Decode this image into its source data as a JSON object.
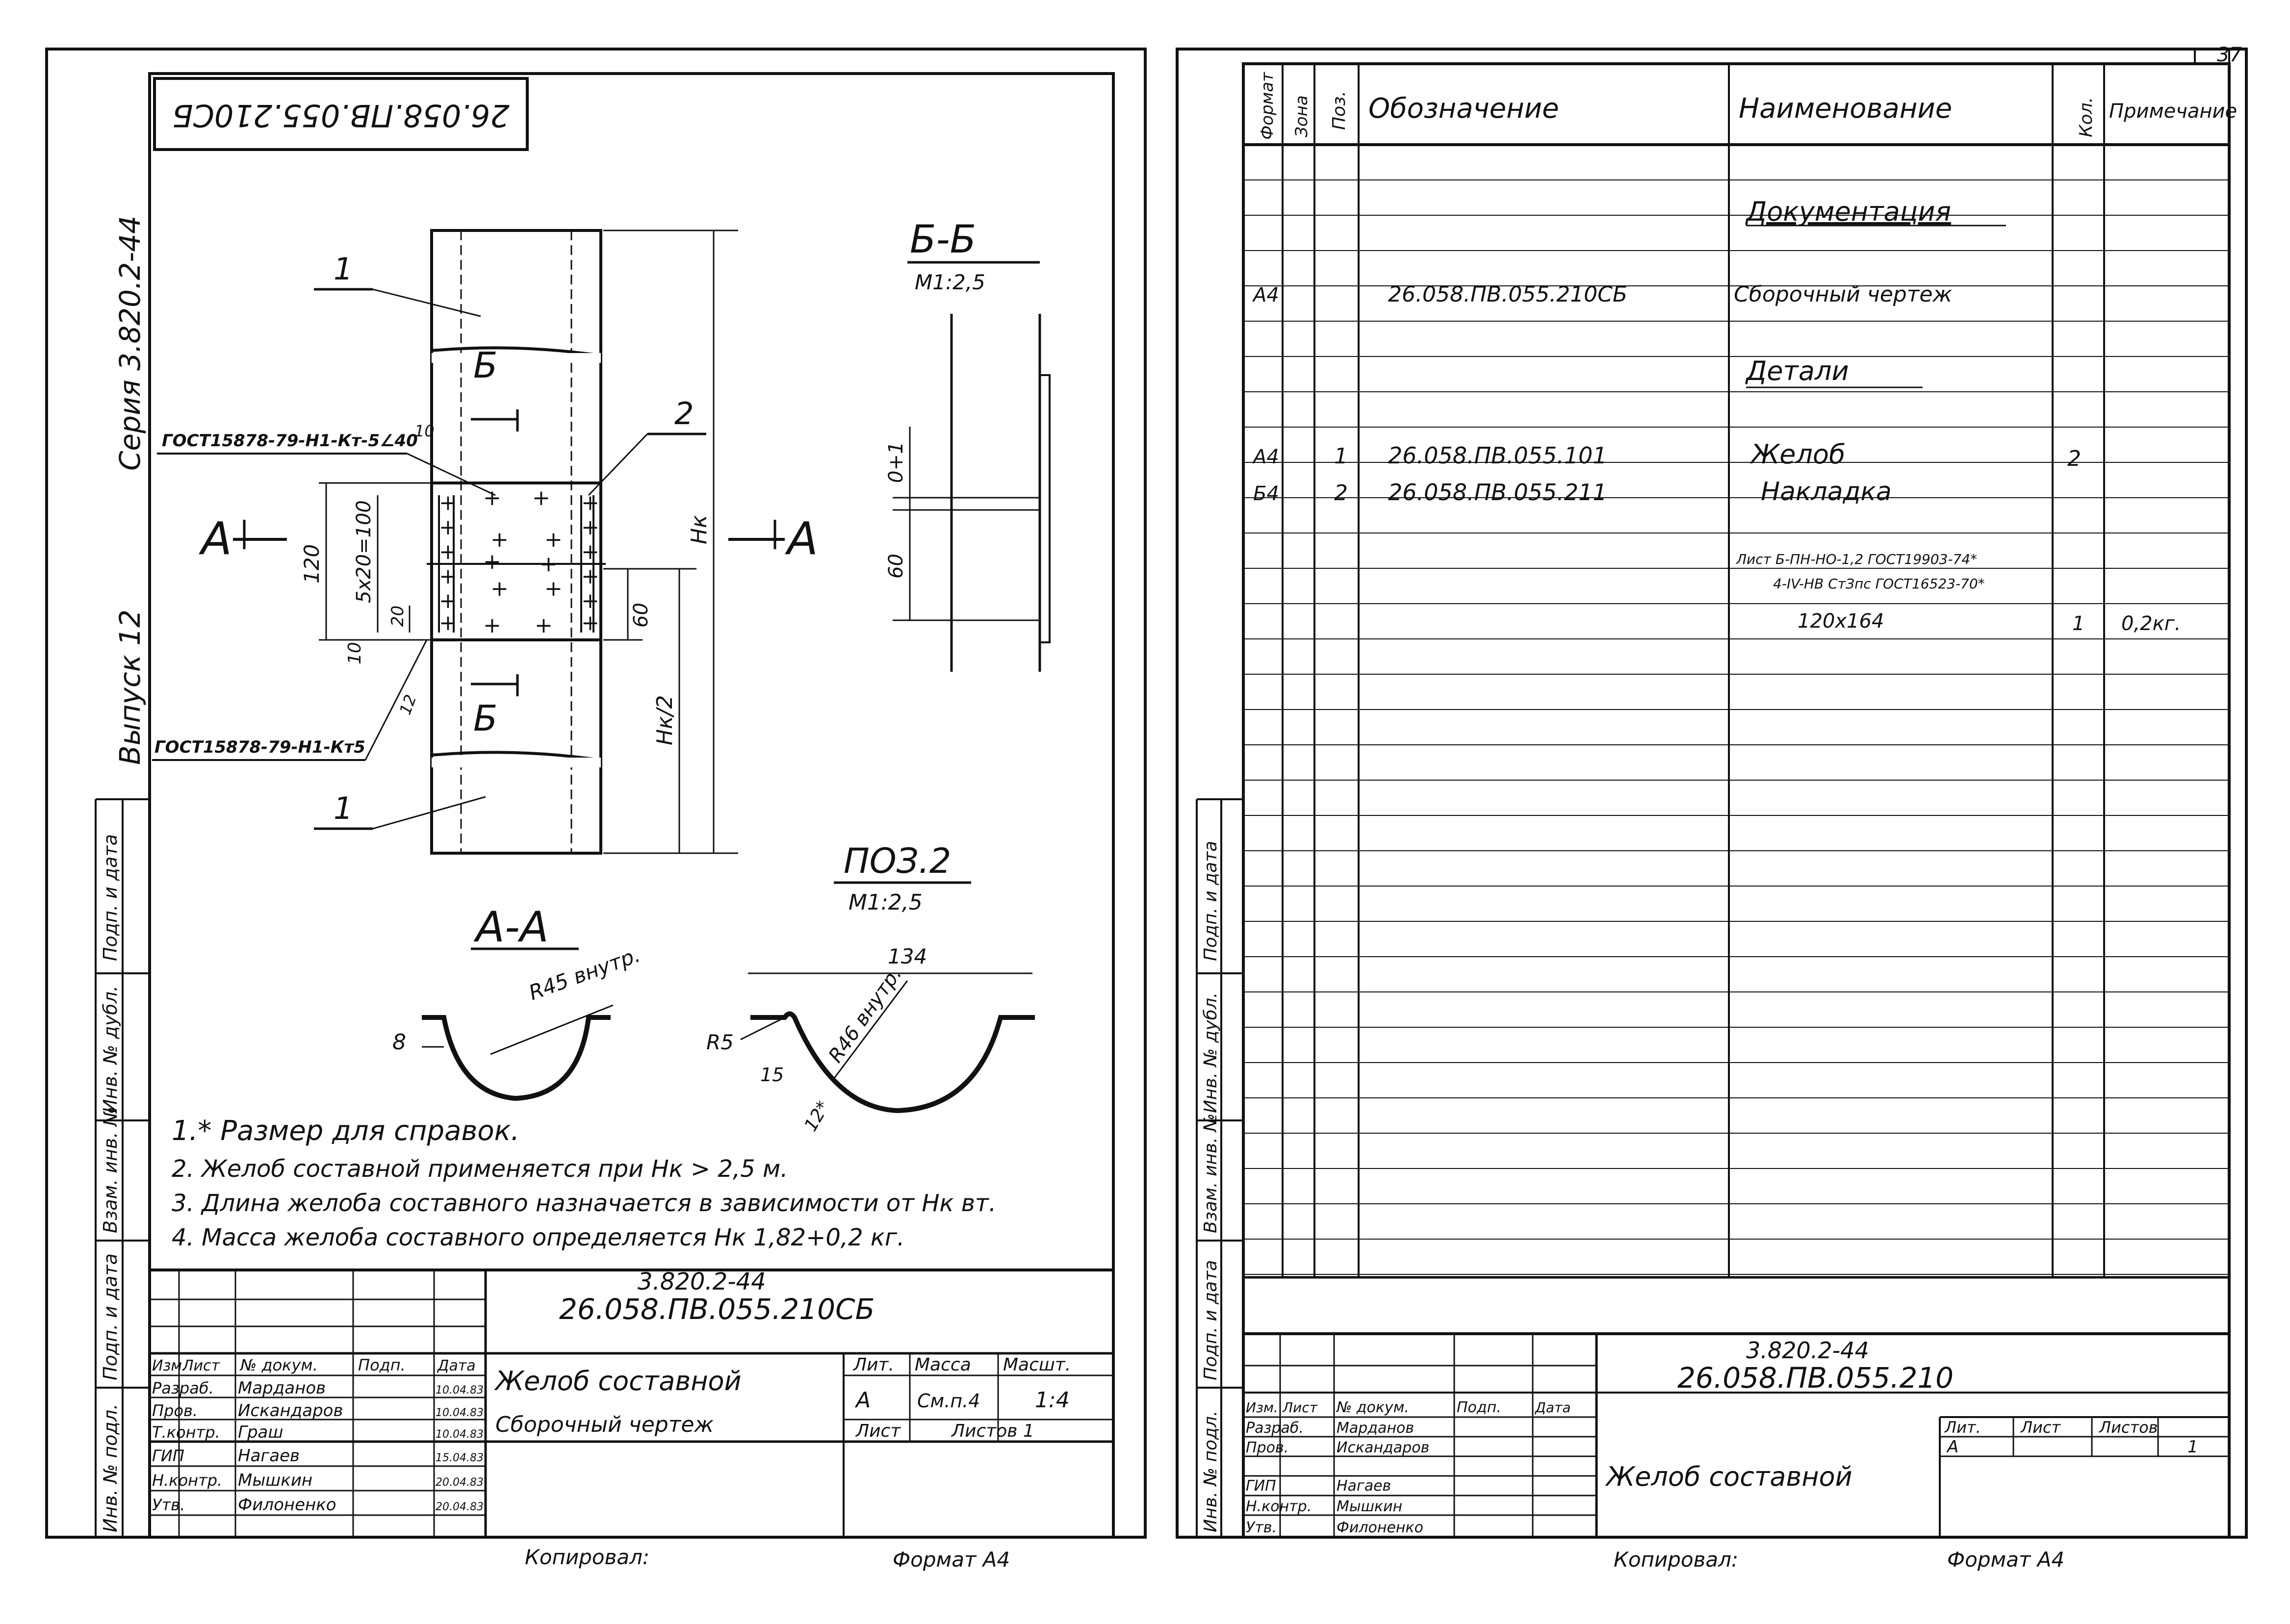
{
  "page_number": "37",
  "left_sheet": {
    "stamp_code": "26.058.ПВ.055.210СБ",
    "side_series": "Серия 3.820.2-44",
    "side_issue": "Выпуск 12",
    "side_stamp_cells": [
      "Подп. и дата",
      "Инв. № дубл.",
      "Взам. инв. №",
      "Подп. и дата",
      "Инв. № подл."
    ],
    "drawing": {
      "part_label_1": "1",
      "part_label_2": "2",
      "section_mark": "Б",
      "weld_top": "ГОСТ15878-79-Н1-Кт-5∠40",
      "weld_top_num": "10",
      "weld_bottom": "ГОСТ15878-79-Н1-Кт5",
      "weld_bottom_num": "12",
      "view_arrow": "А",
      "dim_120": "120",
      "dim_5x20": "5x20=100",
      "dim_20": "20",
      "dim_10a": "10",
      "dim_10b": "10",
      "dim_60": "60",
      "dim_hk": "Hк",
      "dim_hk2": "Hк/2",
      "section_bb_title": "Б-Б",
      "section_bb_scale": "М1:2,5",
      "section_bb_dim1": "0+1",
      "section_bb_dim2": "60",
      "section_aa_title": "А-А",
      "section_aa_radius": "R45 внутр.",
      "section_aa_dim": "8",
      "pos2_title": "ПОЗ.2",
      "pos2_scale": "М1:2,5",
      "pos2_width": "134",
      "pos2_r5": "R5",
      "pos2_radius": "R46 внутр.",
      "pos2_dim15": "15",
      "pos2_dim12": "12*"
    },
    "notes": [
      "1.* Размер для справок.",
      "2. Желоб составной применяется при Hк > 2,5 м.",
      "3. Длина желоба составного назначается в зависимости от Hк вт.",
      "4. Масса желоба составного определяется Hк 1,82+0,2 кг."
    ],
    "title_block": {
      "series": "3.820.2-44",
      "code": "26.058.ПВ.055.210СБ",
      "name1": "Желоб составной",
      "name2": "Сборочный чертеж",
      "headers": [
        "Изм.",
        "Лист",
        "№ докум.",
        "Подп.",
        "Дата"
      ],
      "roles": [
        "Разраб.",
        "Пров.",
        "Т.контр.",
        "ГИП",
        "Н.контр.",
        "Утв."
      ],
      "names": [
        "Марданов",
        "Искандаров",
        "Граш",
        "Нагаев",
        "Мышкин",
        "Филоненко"
      ],
      "dates": [
        "10.04.83",
        "10.04.83",
        "10.04.83",
        "15.04.83",
        "20.04.83",
        "20.04.83"
      ],
      "lit_header": "Лит.",
      "mass_header": "Масса",
      "scale_header": "Масшт.",
      "lit": "А",
      "mass": "См.п.4",
      "scale": "1:4",
      "sheet": "Лист",
      "sheets": "Листов 1"
    },
    "copied": "Копировал:",
    "format": "Формат А4"
  },
  "right_sheet": {
    "headers": [
      "Формат",
      "Зона",
      "Поз.",
      "Обозначение",
      "Наименование",
      "Кол.",
      "Примечание"
    ],
    "rows": [
      {
        "fmt": "",
        "zone": "",
        "pos": "",
        "code": "",
        "name": "Документация",
        "qty": "",
        "note": "",
        "underline": true
      },
      {
        "fmt": "А4",
        "zone": "",
        "pos": "",
        "code": "26.058.ПВ.055.210СБ",
        "name": "Сборочный чертеж",
        "qty": "",
        "note": ""
      },
      {
        "fmt": "",
        "zone": "",
        "pos": "",
        "code": "",
        "name": "Детали",
        "qty": "",
        "note": "",
        "underline": true
      },
      {
        "fmt": "А4",
        "zone": "",
        "pos": "1",
        "code": "26.058.ПВ.055.101",
        "name": "Желоб",
        "qty": "2",
        "note": ""
      },
      {
        "fmt": "Б4",
        "zone": "",
        "pos": "2",
        "code": "26.058.ПВ.055.211",
        "name": "Накладка",
        "qty": "",
        "note": ""
      },
      {
        "fmt": "",
        "zone": "",
        "pos": "",
        "code": "",
        "name": "Лист Б-ПН-НО-1,2 ГОСТ19903-74*",
        "qty": "",
        "note": ""
      },
      {
        "fmt": "",
        "zone": "",
        "pos": "",
        "code": "",
        "name": "4-IV-НВ СтЗпс ГОСТ16523-70*",
        "qty": "",
        "note": ""
      },
      {
        "fmt": "",
        "zone": "",
        "pos": "",
        "code": "",
        "name": "120x164",
        "qty": "1",
        "note": "0,2кг."
      }
    ],
    "side_stamp_cells": [
      "Подп. и дата",
      "Инв. № дубл.",
      "Взам. инв. №",
      "Подп. и дата",
      "Инв. № подл."
    ],
    "title_block": {
      "series": "3.820.2-44",
      "code": "26.058.ПВ.055.210",
      "name": "Желоб составной",
      "headers": [
        "Изм.",
        "Лист",
        "№ докум.",
        "Подп.",
        "Дата"
      ],
      "roles": [
        "Разраб.",
        "Пров.",
        "ГИП",
        "Н.контр.",
        "Утв."
      ],
      "names": [
        "Марданов",
        "Искандаров",
        "Нагаев",
        "Мышкин",
        "Филоненко"
      ],
      "lit_header": "Лит.",
      "sheet_header": "Лист",
      "sheets_header": "Листов",
      "lit": "А",
      "sheets": "1"
    },
    "copied": "Копировал:",
    "format": "Формат А4"
  }
}
